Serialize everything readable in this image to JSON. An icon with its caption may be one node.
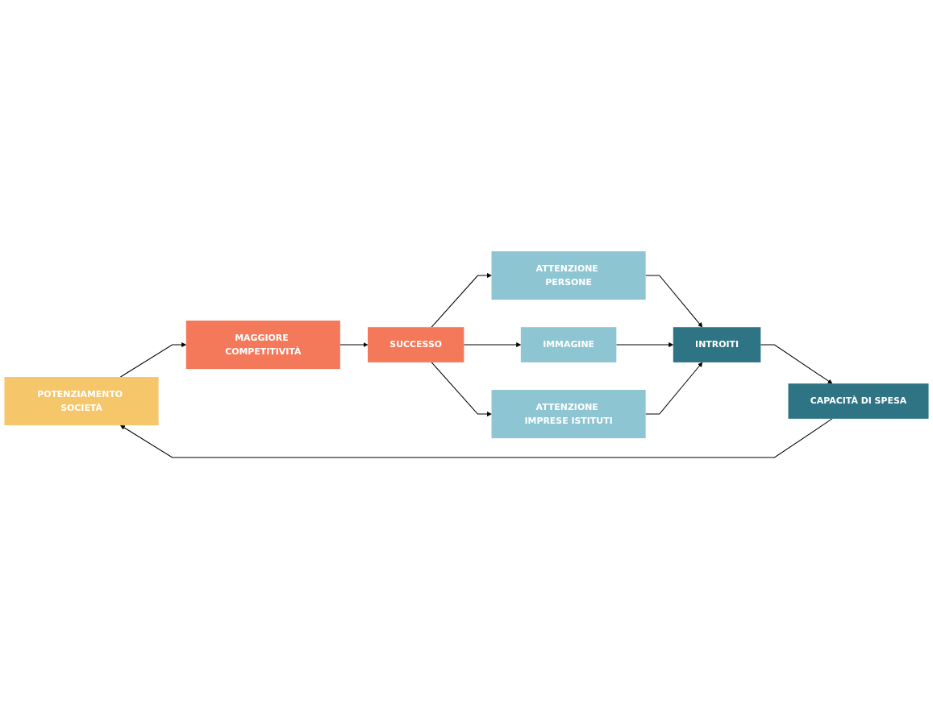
{
  "diagram": {
    "nodes": [
      {
        "text": [
          "POTENZIAMENTO SOCIETÀ"
        ]
      },
      {
        "text": [
          "CAPACITÀ DI SPESA"
        ]
      },
      {
        "text": [
          "MAGGIORE COMPETITIVITÀ"
        ]
      },
      {
        "text": [
          "ATTENZIONE PERSONE"
        ]
      },
      {
        "text": [
          "INTROITI"
        ]
      },
      {
        "text": [
          "IMMAGINE"
        ]
      },
      {
        "text": [
          "SUCCESSO"
        ]
      },
      {
        "text": [
          "ATTENZIONE IMPRESE ISTITUTI"
        ]
      }
    ],
    "edges": [
      {
        "from": 1,
        "to": 0,
        "arrow": "to"
      },
      {
        "from": 0,
        "to": 2,
        "arrow": "to"
      },
      {
        "from": 2,
        "to": 6,
        "arrow": "to"
      },
      {
        "from": 6,
        "to": 3,
        "arrow": "to"
      },
      {
        "from": 6,
        "to": 5,
        "arrow": "to"
      },
      {
        "from": 6,
        "to": 7,
        "arrow": "to"
      },
      {
        "from": 3,
        "to": 4,
        "arrow": "to"
      },
      {
        "from": 5,
        "to": 4,
        "arrow": "to"
      },
      {
        "from": 7,
        "to": 4,
        "arrow": "to"
      },
      {
        "from": 4,
        "to": 1,
        "arrow": "to"
      }
    ]
  }
}
